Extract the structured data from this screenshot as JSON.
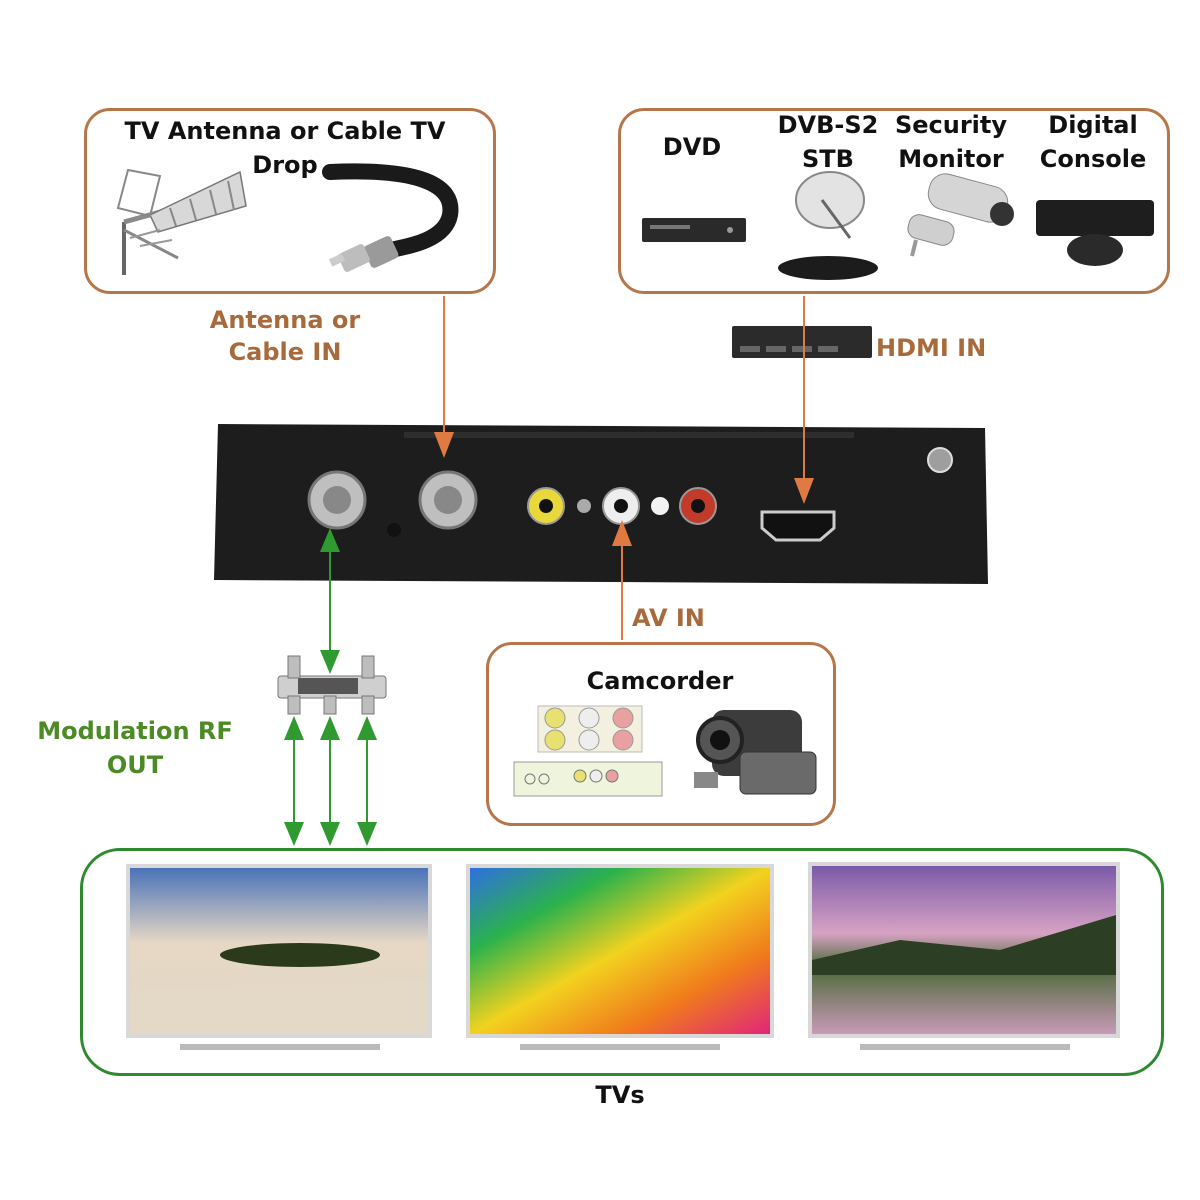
{
  "sources_box": {
    "title": "TV Antenna or Cable TV Drop",
    "in_label": "Antenna or Cable IN"
  },
  "devices_box": {
    "items": [
      {
        "label": "DVD",
        "icon": "dvd-player-icon"
      },
      {
        "label": "DVB-S2 STB",
        "icon": "satellite-dish-icon"
      },
      {
        "label": "Security Monitor",
        "icon": "security-camera-icon"
      },
      {
        "label": "Digital Console",
        "icon": "game-console-icon"
      }
    ],
    "in_label": "HDMI IN"
  },
  "modulator": {
    "ports": [
      "rf-out",
      "rf-in",
      "av-video",
      "av-left",
      "av-right",
      "hdmi-in"
    ]
  },
  "av_in_label": "AV IN",
  "camcorder_box": {
    "title": "Camcorder"
  },
  "rf_out_label": "Modulation RF OUT",
  "tvs_box": {
    "label": "TVs",
    "count": 3
  },
  "colors": {
    "orange_border": "#b5774a",
    "orange_text": "#a86a3a",
    "green": "#2f8a2f",
    "green_text": "#4c8a25"
  }
}
